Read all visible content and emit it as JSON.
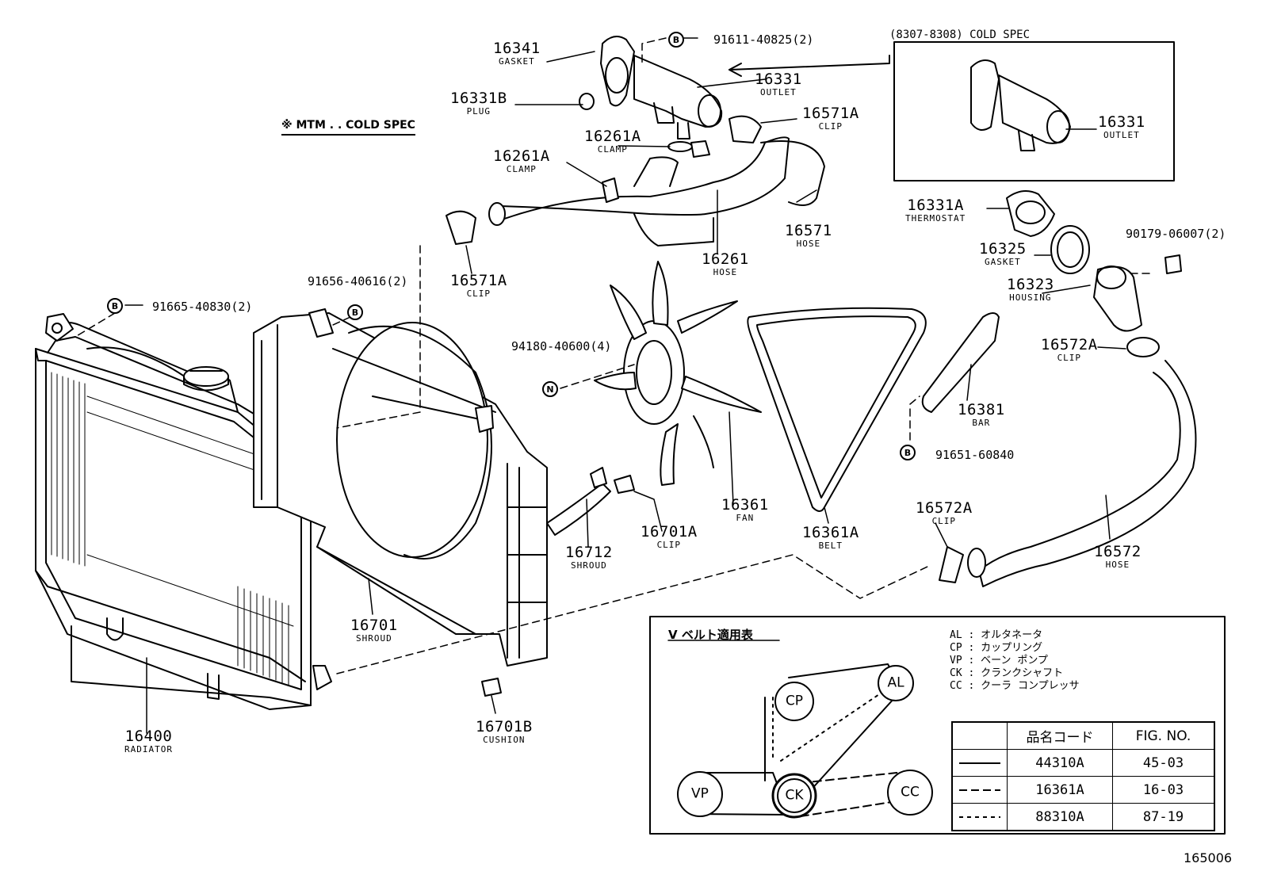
{
  "labels": {
    "gasket_16341": {
      "num": "16341",
      "name": "GASKET"
    },
    "plug_16331b": {
      "num": "16331B",
      "name": "PLUG"
    },
    "outlet_16331": {
      "num": "16331",
      "name": "OUTLET"
    },
    "clip_16571a_top": {
      "num": "16571A",
      "name": "CLIP"
    },
    "clamp_16261a_1": {
      "num": "16261A",
      "name": "CLAMP"
    },
    "clamp_16261a_2": {
      "num": "16261A",
      "name": "CLAMP"
    },
    "hose_16571": {
      "num": "16571",
      "name": "HOSE"
    },
    "hose_16261": {
      "num": "16261",
      "name": "HOSE"
    },
    "clip_16571a_bottom": {
      "num": "16571A",
      "name": "CLIP"
    },
    "outlet_16331_cold": {
      "num": "16331",
      "name": "OUTLET"
    },
    "thermostat_16331a": {
      "num": "16331A",
      "name": "THERMOSTAT"
    },
    "gasket_16325": {
      "num": "16325",
      "name": "GASKET"
    },
    "housing_16323": {
      "num": "16323",
      "name": "HOUSING"
    },
    "clip_16572a_top": {
      "num": "16572A",
      "name": "CLIP"
    },
    "bar_16381": {
      "num": "16381",
      "name": "BAR"
    },
    "clip_16572a_bottom": {
      "num": "16572A",
      "name": "CLIP"
    },
    "hose_16572": {
      "num": "16572",
      "name": "HOSE"
    },
    "fan_16361": {
      "num": "16361",
      "name": "FAN"
    },
    "belt_16361a": {
      "num": "16361A",
      "name": "BELT"
    },
    "clip_16701a": {
      "num": "16701A",
      "name": "CLIP"
    },
    "shroud_16712": {
      "num": "16712",
      "name": "SHROUD"
    },
    "shroud_16701": {
      "num": "16701",
      "name": "SHROUD"
    },
    "cushion_16701b": {
      "num": "16701B",
      "name": "CUSHION"
    },
    "radiator_16400": {
      "num": "16400",
      "name": "RADIATOR"
    }
  },
  "refs": {
    "r_91611": "91611-40825(2)",
    "r_91656": "91656-40616(2)",
    "r_91665": "91665-40830(2)",
    "r_94180": "94180-40600(4)",
    "r_90179": "90179-06007(2)",
    "r_91651": "91651-60840"
  },
  "bullets": {
    "b": "B",
    "n": "N"
  },
  "cold_spec_title": "(8307-8308) COLD SPEC",
  "mtm_note": "※ MTM . . COLD SPEC",
  "vbelt": {
    "title": "V ベルト適用表",
    "legend": [
      {
        "code": "AL",
        "desc": "オルタネータ"
      },
      {
        "code": "CP",
        "desc": "カップリング"
      },
      {
        "code": "VP",
        "desc": "ベーン ポンプ"
      },
      {
        "code": "CK",
        "desc": "クランクシャフト"
      },
      {
        "code": "CC",
        "desc": "クーラ コンプレッサ"
      }
    ],
    "pulleys": {
      "al": "AL",
      "cp": "CP",
      "vp": "VP",
      "ck": "CK",
      "cc": "CC"
    },
    "table": {
      "headers": [
        "",
        "品名コード",
        "FIG. NO."
      ],
      "rows": [
        {
          "code": "44310A",
          "fig": "45-03"
        },
        {
          "code": "16361A",
          "fig": "16-03"
        },
        {
          "code": "88310A",
          "fig": "87-19"
        }
      ]
    }
  },
  "figure_number": "165006"
}
